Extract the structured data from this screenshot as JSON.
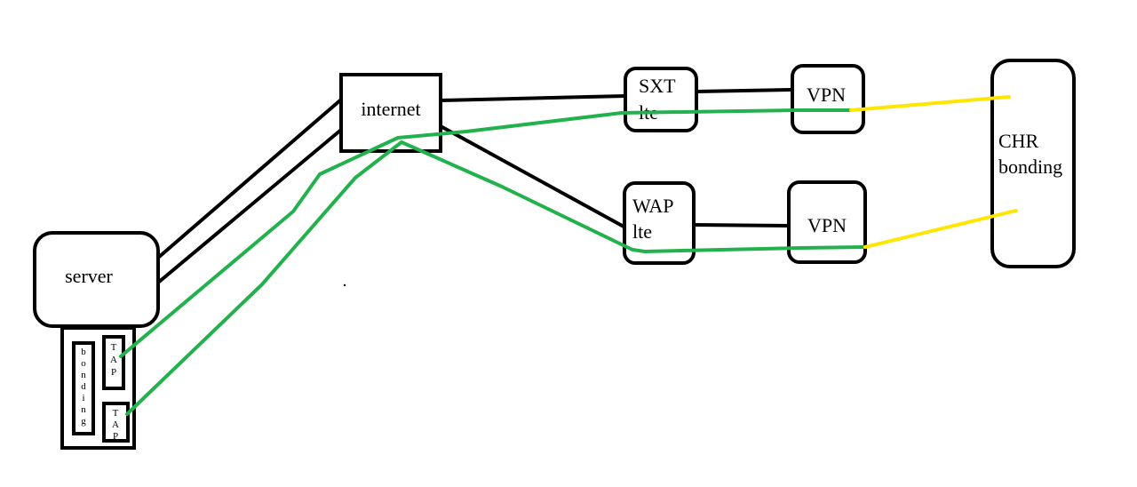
{
  "colors": {
    "tunnel": "#22b14c",
    "chr_link": "#ffe600",
    "wire": "#000000"
  },
  "nodes": {
    "server": {
      "label": "server"
    },
    "internet": {
      "label": "internet"
    },
    "sxt": {
      "line1": "SXT",
      "line2": "lte"
    },
    "wap": {
      "line1": "WAP",
      "line2": "lte"
    },
    "vpn_top": {
      "label": "VPN"
    },
    "vpn_bottom": {
      "label": "VPN"
    },
    "chr": {
      "line1": "CHR",
      "line2": "bonding"
    },
    "bonding": {
      "letters": [
        "b",
        "o",
        "n",
        "d",
        "i",
        "n",
        "g"
      ]
    },
    "tap_top": {
      "letters": [
        "T",
        "A",
        "P"
      ]
    },
    "tap_bottom": {
      "letters": [
        "T",
        "A",
        "P"
      ]
    }
  }
}
